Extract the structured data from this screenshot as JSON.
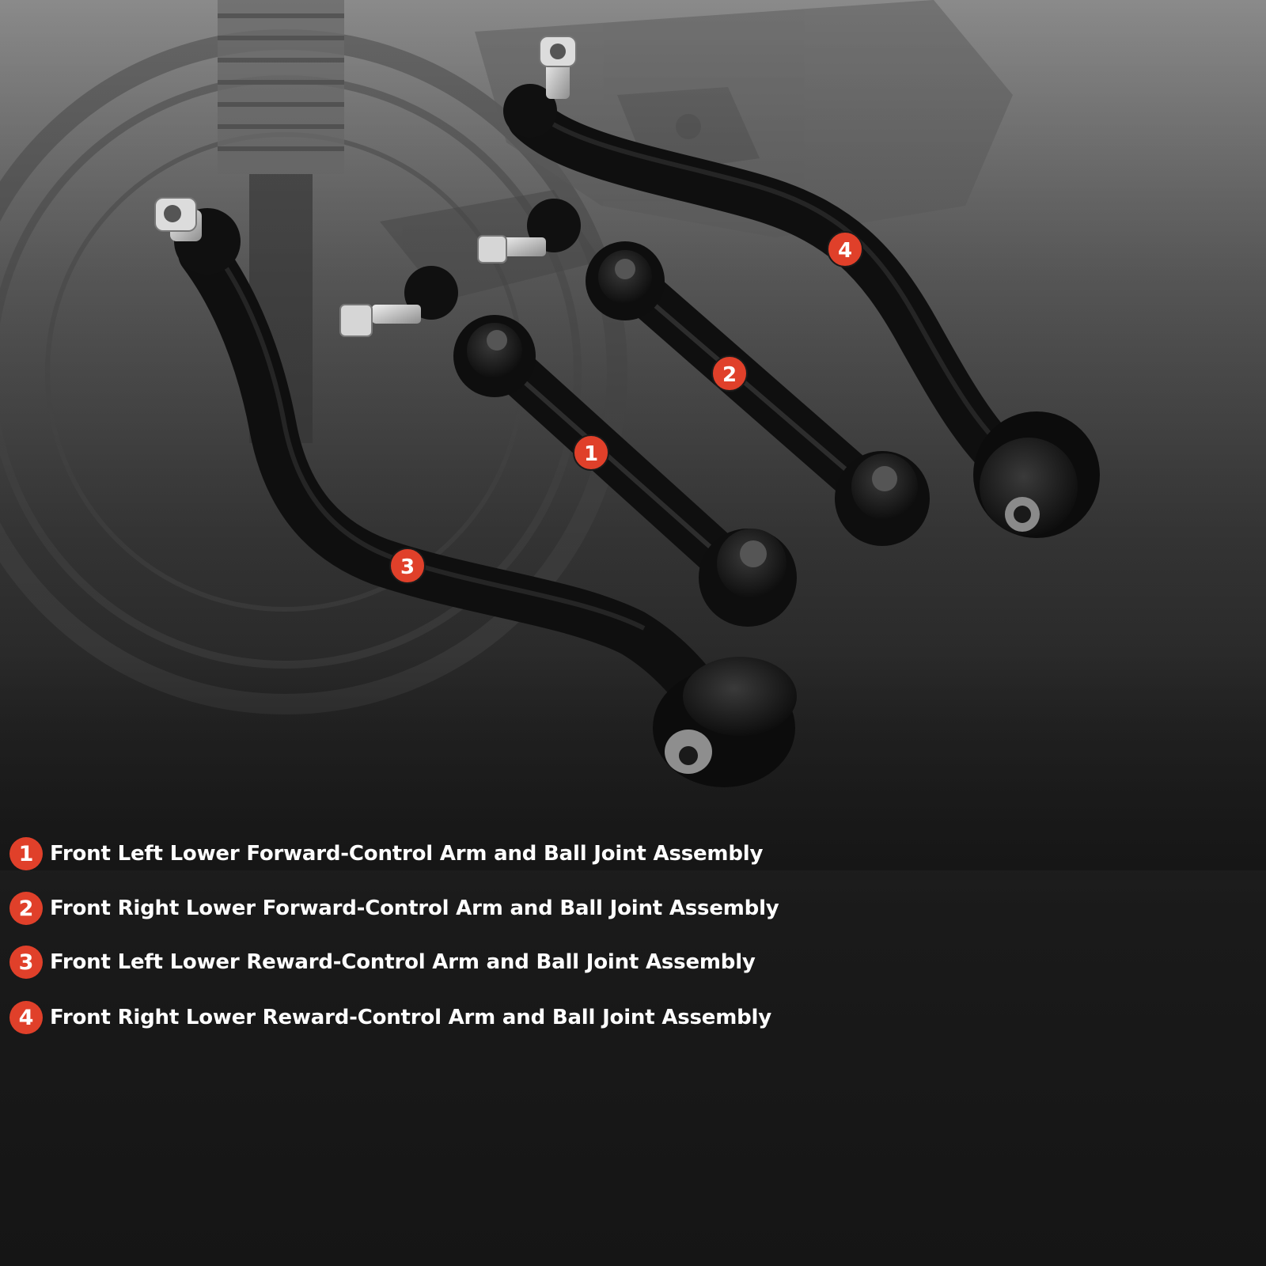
{
  "colors": {
    "badge": "#e0402a",
    "text": "#ffffff",
    "arm": "#121212",
    "bushing": "#2a2a2a",
    "stud": "#c9c9c9"
  },
  "callouts": [
    {
      "number": "1",
      "arm": "front-left-forward-arm"
    },
    {
      "number": "2",
      "arm": "front-right-forward-arm"
    },
    {
      "number": "3",
      "arm": "front-left-rearward-arm"
    },
    {
      "number": "4",
      "arm": "front-right-rearward-arm"
    }
  ],
  "parts": [
    {
      "number": "1",
      "label": "Front Left Lower Forward-Control Arm and Ball Joint Assembly"
    },
    {
      "number": "2",
      "label": "Front Right Lower Forward-Control Arm and Ball Joint Assembly"
    },
    {
      "number": "3",
      "label": "Front Left Lower Reward-Control Arm and Ball Joint Assembly"
    },
    {
      "number": "4",
      "label": "Front Right Lower Reward-Control Arm and Ball Joint Assembly"
    }
  ]
}
